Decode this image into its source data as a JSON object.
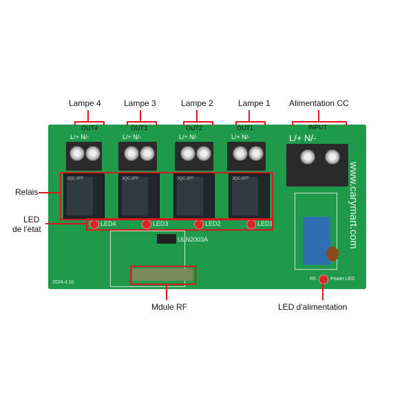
{
  "callouts": {
    "lamp4": "Lampe 4",
    "lamp3": "Lampe 3",
    "lamp2": "Lampe 2",
    "lamp1": "Lampe 1",
    "power_input": "Alimentation CC",
    "relays": "Relais",
    "status_led_line1": "LED",
    "status_led_line2": "de l'état",
    "rf_module": "Mdule RF",
    "power_led": "LED d'alimentation"
  },
  "board": {
    "outputs": [
      "OUT4",
      "OUT3",
      "OUT2",
      "OUT1"
    ],
    "input": "INPUT",
    "terminal_polarity": "L/+  N/-",
    "website": "www.carymart.com",
    "chip": "ULN2003A",
    "date": "2024.4.10",
    "leds": [
      "LED4",
      "LED3",
      "LED2",
      "LED1"
    ],
    "power_led": "Power LED",
    "resistor": "R5",
    "relay_model": "JQC-3FF"
  },
  "colors": {
    "board": "#1f9a4a",
    "callout": "#e0141c"
  }
}
